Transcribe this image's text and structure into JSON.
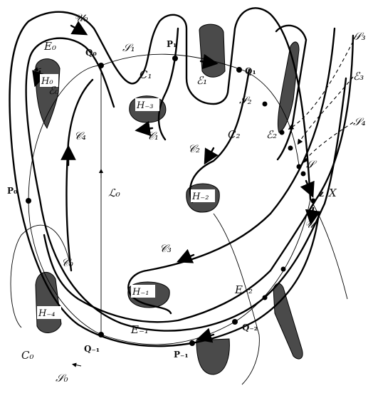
{
  "labels": {
    "U0": "𝒰₀",
    "E0": "E₀",
    "Q0": "Q₀",
    "S1": "𝒮₁",
    "P1": "P₁",
    "Q1": "Q₁",
    "C1": "C₁",
    "Ecal0": "ℰ₀",
    "Ecal1": "ℰ₁",
    "S2": "𝒮₂",
    "Ccal1": "𝒞₁",
    "C2": "C₂",
    "Ccal2": "𝒞₂",
    "Ecal2": "ℰ₂",
    "S3": "𝒮₃",
    "E3": "ℰ₃",
    "S4": "𝒮₄",
    "S": "𝒮",
    "zX": "z",
    "Ucal": "𝒰",
    "P0": "P₀",
    "L0": "ℒ₀",
    "Ccal4": "𝒞₄",
    "Ccal3": "𝒞₃",
    "Ccal0": "𝒞₀",
    "E_m2": "E₋₂",
    "E_m1": "E₋₁",
    "Q_m2": "Q₋₂",
    "Q_m1": "Q₋₁",
    "P_m1": "P₋₁",
    "C0": "C₀",
    "S0": "𝒮₀"
  },
  "holes": {
    "H0": "H₀",
    "H_m3": "H₋₃",
    "H_m2": "H₋₂",
    "H_m1": "H₋₁",
    "H_m4": "H₋₄"
  },
  "colors": {
    "stroke": "#000000",
    "hole_fill": "#4a4a4a",
    "background": "#ffffff"
  }
}
